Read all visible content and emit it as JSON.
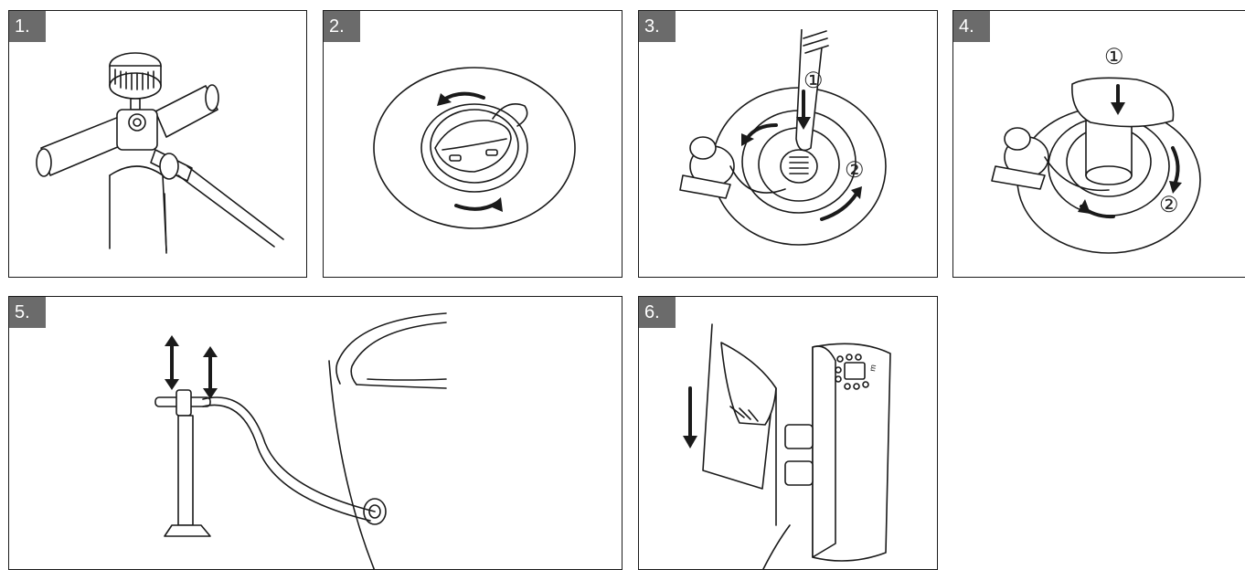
{
  "steps": [
    {
      "label": "1."
    },
    {
      "label": "2."
    },
    {
      "label": "3.",
      "markers": [
        "①",
        "②"
      ]
    },
    {
      "label": "4.",
      "markers": [
        "①",
        "②"
      ]
    },
    {
      "label": "5."
    },
    {
      "label": "6.",
      "device_brand": "m"
    }
  ]
}
